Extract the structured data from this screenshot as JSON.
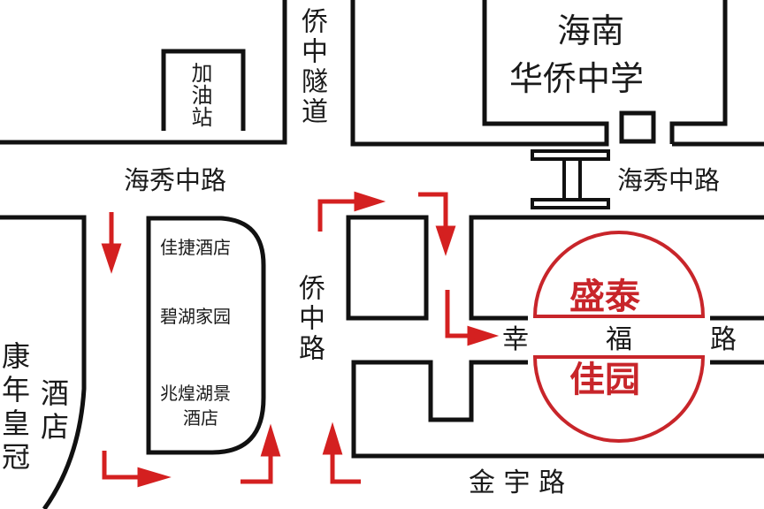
{
  "colors": {
    "line": "#111111",
    "route": "#d42020",
    "brand": "#c8252a"
  },
  "roads": {
    "haixiu_west": "海秀中路",
    "haixiu_east": "海秀中路",
    "qiaozhong_tunnel": "侨中隧道",
    "qiaozhong_road": "侨中路",
    "xingfu_road": [
      "幸",
      "福",
      "路"
    ],
    "jinyu_road": "金 宇 路"
  },
  "places": {
    "gas_station": "加油站",
    "school": [
      "海南",
      "华侨中学"
    ],
    "kangnian": [
      "康年",
      "皇冠"
    ],
    "kangnian_hotel": "酒店",
    "jiajie": "佳捷酒店",
    "bihu": "碧湖家园",
    "zhaohuang": [
      "兆煌湖景",
      "酒店"
    ]
  },
  "destination": {
    "top": "盛泰",
    "bottom": "佳园"
  }
}
